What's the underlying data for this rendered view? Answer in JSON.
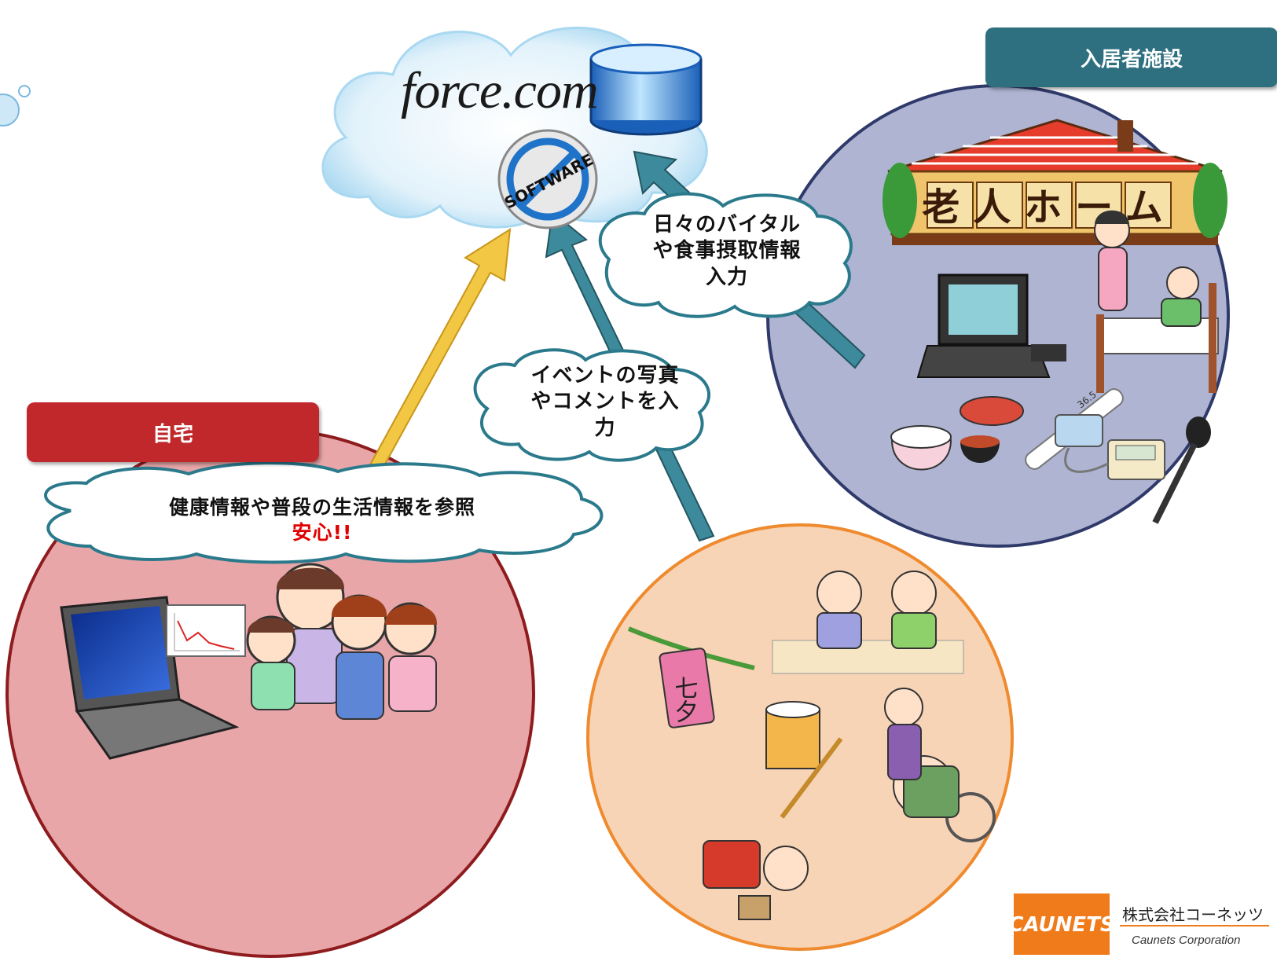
{
  "cloud": {
    "logo_text": "force.com",
    "badge_text": "SOFTWARE"
  },
  "sections": {
    "facility": {
      "label": "入居者施設",
      "sign_text": "老人ホーム"
    },
    "home": {
      "label": "自宅"
    }
  },
  "bubbles": {
    "vitals": [
      "日々のバイタル",
      "や食事摂取情報",
      "入力"
    ],
    "events": [
      "イベントの写真",
      "やコメントを入",
      "力"
    ],
    "home": {
      "line1": "健康情報や普段の生活情報を参照",
      "line2": "安心!!"
    }
  },
  "event_tag_text": "七夕",
  "thermometer_text": "36.5",
  "company": {
    "name_jp": "株式会社コーネッツ",
    "name_en": "Caunets Corporation",
    "logo_text": "CAUNETS"
  },
  "colors": {
    "home_tab": "#c0282c",
    "facility_tab": "#2e6f80",
    "home_circle": "#e8a6a8",
    "facility_circle": "#aeb4d2",
    "events_circle": "#f8d4b6",
    "arrow_gold": "#f2c744",
    "arrow_teal": "#3d8a9c",
    "alert_red": "#e00000"
  }
}
